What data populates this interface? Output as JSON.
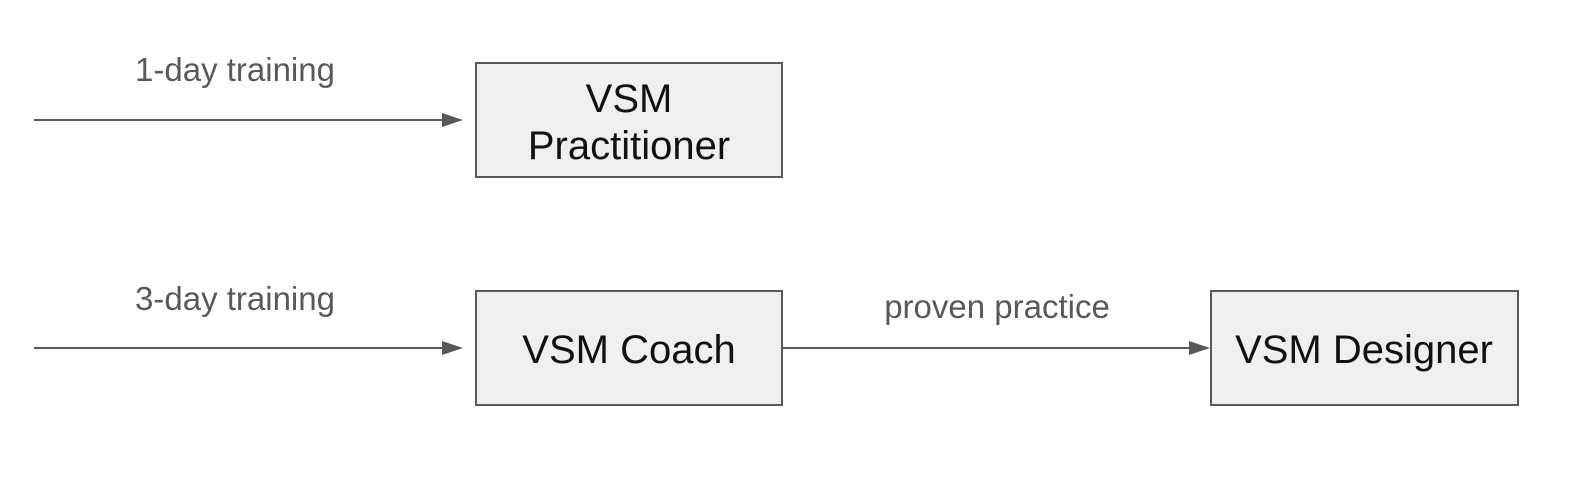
{
  "diagram": {
    "nodes": {
      "practitioner": {
        "lines": [
          "VSM",
          "Practitioner"
        ]
      },
      "coach": {
        "label": "VSM Coach"
      },
      "designer": {
        "label": "VSM Designer"
      }
    },
    "edges": {
      "to_practitioner": {
        "label": "1-day training"
      },
      "to_coach": {
        "label": "3-day training"
      },
      "coach_to_designer": {
        "label": "proven practice"
      }
    }
  }
}
